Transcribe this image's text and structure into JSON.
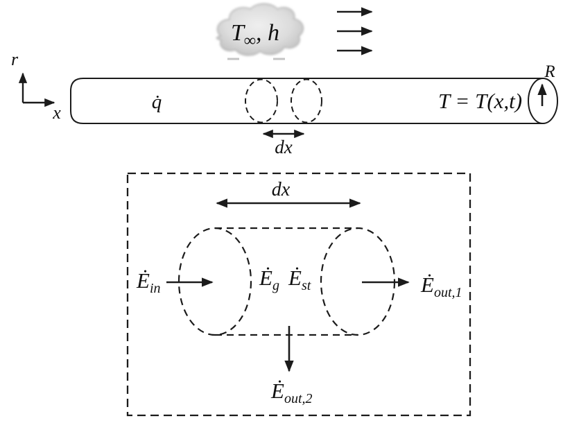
{
  "colors": {
    "ink": "#1b1b1b",
    "background": "#ffffff",
    "cloud_fill_center": "#eeeeee",
    "cloud_fill_edge": "#c2c2c2"
  },
  "top": {
    "axis_r": "r",
    "axis_x": "x",
    "cloud_T": "T",
    "cloud_inf": "∞",
    "cloud_h": ", h",
    "flow_arrow_count": 3,
    "heat_gen": "q̇",
    "dx": "dx",
    "temperature": "T = T(x,t)",
    "radius": "R"
  },
  "bottom": {
    "dx": "dx",
    "e_in_base": "Ė",
    "e_in_sub": "in",
    "e_g_base": "Ė",
    "e_g_sub": "g",
    "e_st_base": "Ė",
    "e_st_sub": "st",
    "e_out1_base": "Ė",
    "e_out1_sub": "out,1",
    "e_out2_base": "Ė",
    "e_out2_sub": "out,2"
  }
}
